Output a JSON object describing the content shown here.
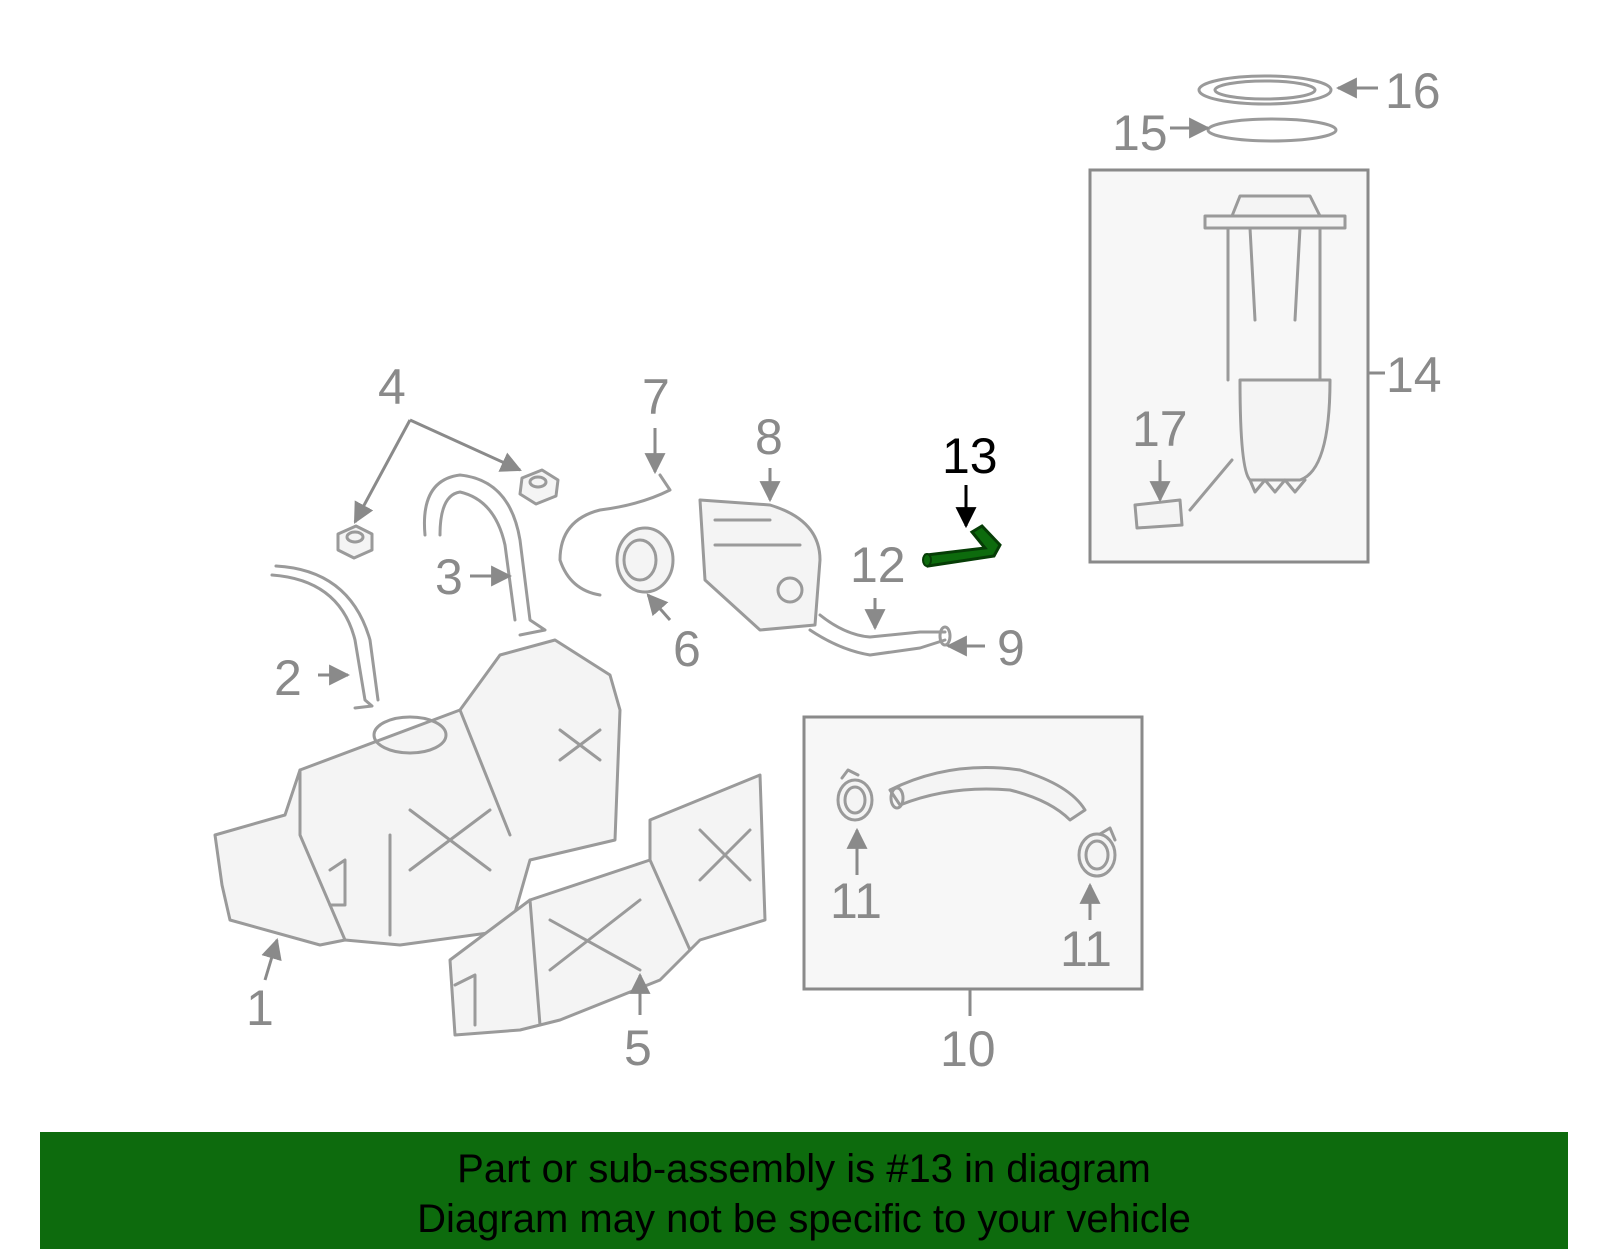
{
  "diagram": {
    "highlight_color": "#0d6b0d",
    "label_color": "#8a8a8a",
    "callouts": {
      "c1": "1",
      "c2": "2",
      "c3": "3",
      "c4": "4",
      "c5": "5",
      "c6": "6",
      "c7": "7",
      "c8": "8",
      "c9": "9",
      "c10": "10",
      "c11a": "11",
      "c11b": "11",
      "c12": "12",
      "c13": "13",
      "c14": "14",
      "c15": "15",
      "c16": "16",
      "c17": "17"
    }
  },
  "banner": {
    "line1": "Part or sub-assembly is #13 in diagram",
    "line2": "Diagram may not be specific to your vehicle",
    "background": "#0d6b0d"
  }
}
